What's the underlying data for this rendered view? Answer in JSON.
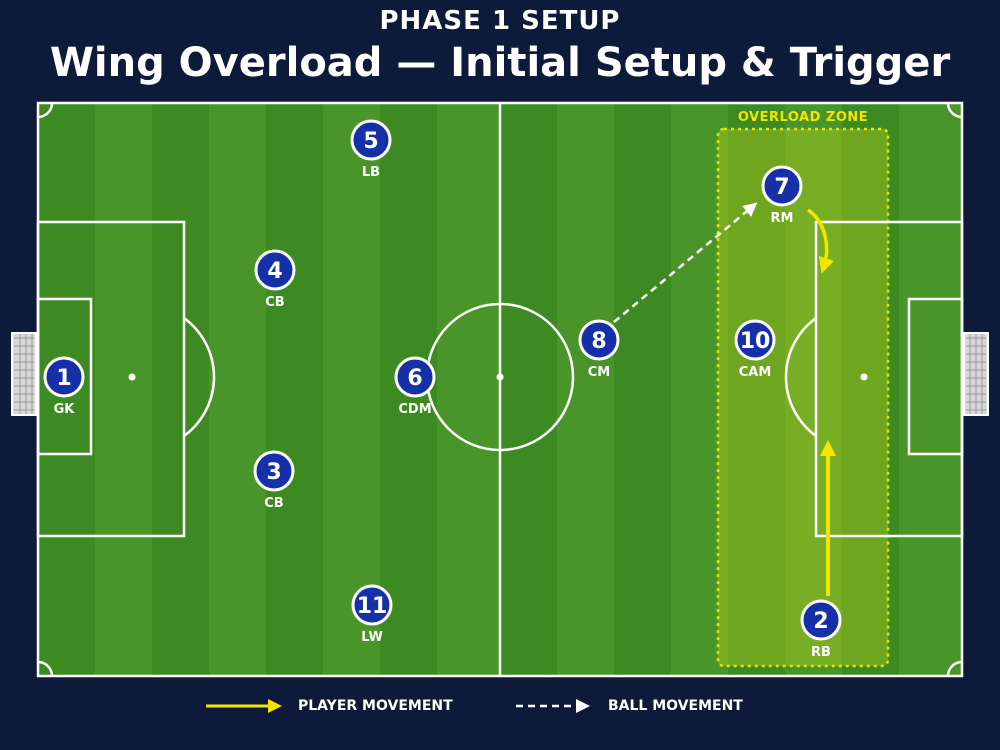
{
  "header": {
    "phase": "PHASE 1 SETUP",
    "title": "Wing Overload — Initial Setup & Trigger"
  },
  "zone": {
    "label": "OVERLOAD ZONE"
  },
  "players": [
    {
      "number": "1",
      "position": "GK"
    },
    {
      "number": "4",
      "position": "CB"
    },
    {
      "number": "3",
      "position": "CB"
    },
    {
      "number": "5",
      "position": "LB"
    },
    {
      "number": "11",
      "position": "LW"
    },
    {
      "number": "6",
      "position": "CDM"
    },
    {
      "number": "8",
      "position": "CM"
    },
    {
      "number": "10",
      "position": "CAM"
    },
    {
      "number": "7",
      "position": "RM"
    },
    {
      "number": "2",
      "position": "RB"
    }
  ],
  "legend": {
    "player_movement": "PLAYER MOVEMENT",
    "ball_movement": "BALL MOVEMENT"
  },
  "colors": {
    "background": "#0e1a3a",
    "pitch_light": "#4f9a2c",
    "pitch_dark": "#3f8a22",
    "player_fill": "#1631a8",
    "zone": "#e8e600",
    "player_movement_arrow": "#f5e400",
    "ball_movement_arrow": "#ffffff"
  }
}
